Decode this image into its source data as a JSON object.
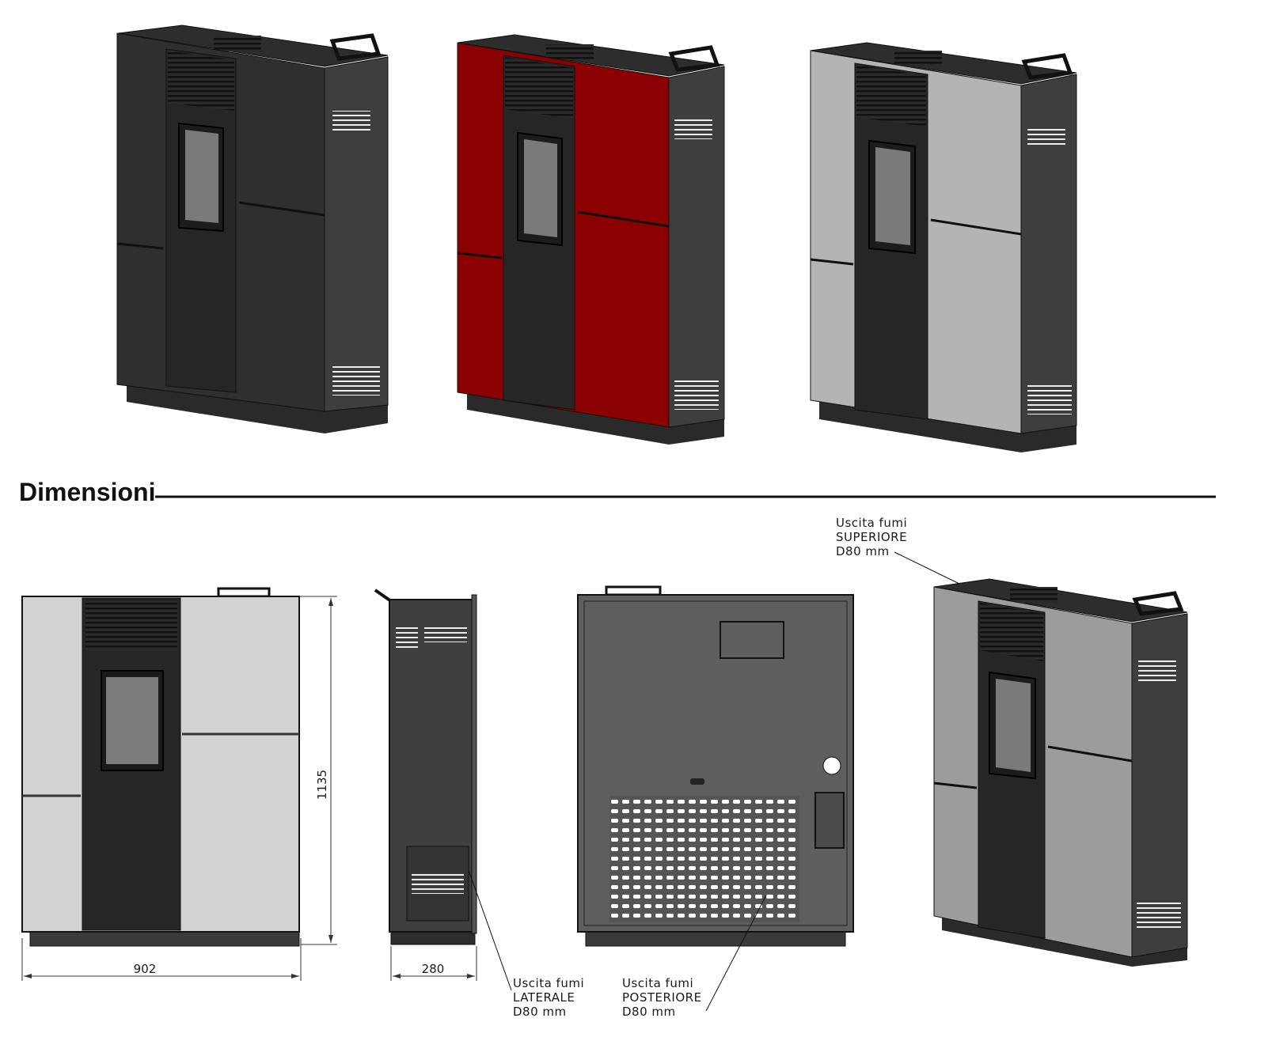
{
  "heading": "Dimensioni",
  "colors": {
    "anthracite": "#2f2f2f",
    "red": "#8b0000",
    "light_grey": "#b4b4b4",
    "body_dark": "#3a3a3a"
  },
  "variants": [
    {
      "name": "anthracite",
      "color": "#2f2f2f"
    },
    {
      "name": "red",
      "color": "#8b0000"
    },
    {
      "name": "grey",
      "color": "#b4b4b4"
    }
  ],
  "dimensions": {
    "width": "902",
    "height": "1135",
    "depth": "280"
  },
  "callouts": {
    "top": {
      "line1": "Uscita fumi",
      "line2": "SUPERIORE",
      "line3": "D80 mm"
    },
    "side": {
      "line1": "Uscita fumi",
      "line2": "LATERALE",
      "line3": "D80 mm"
    },
    "rear": {
      "line1": "Uscita fumi",
      "line2": "POSTERIORE",
      "line3": "D80 mm"
    }
  }
}
